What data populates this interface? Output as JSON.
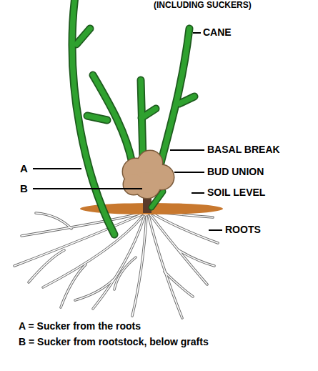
{
  "diagram": {
    "title": "(INCLUDING SUCKERS)",
    "labels": [
      "CANE",
      "BASAL BREAK",
      "BUD UNION",
      "SOIL LEVEL",
      "ROOTS",
      "A",
      "B",
      "A = Sucker from the roots",
      "B = Sucker from rootstock, below grafts"
    ]
  }
}
